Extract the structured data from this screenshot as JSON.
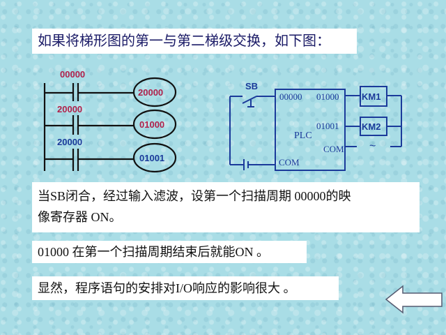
{
  "title": "如果将梯形图的第一与第二梯级交换，如下图：",
  "ladder": {
    "rungs": [
      {
        "contact": "00000",
        "coil": "20000",
        "contact_color": "#b0204a",
        "coil_color": "#b0204a"
      },
      {
        "contact": "20000",
        "coil": "01000",
        "contact_color": "#b0204a",
        "coil_color": "#b0204a"
      },
      {
        "contact": "20000",
        "coil": "01001",
        "contact_color": "#1a3a9a",
        "coil_color": "#1a3a9a"
      }
    ]
  },
  "wiring": {
    "switch_label": "SB",
    "plc_label": "PLC",
    "input_terminal": "00000",
    "input_com": "COM",
    "output_terminals": [
      "01000",
      "01001"
    ],
    "output_com": "COM",
    "loads": [
      "KM1",
      "KM2"
    ],
    "ac_source": "~",
    "line_color": "#1a3a9a"
  },
  "paragraphs": {
    "p1_line1": "当SB闭合，经过输入滤波，设第一个扫描周期 00000的映",
    "p1_line2": "像寄存器 ON。",
    "p2": "01000 在第一个扫描周期结束后就能ON 。",
    "p3": "显然，程序语句的安排对I/O响应的影响很大 。"
  },
  "nav": {
    "back_icon": "left-arrow"
  }
}
